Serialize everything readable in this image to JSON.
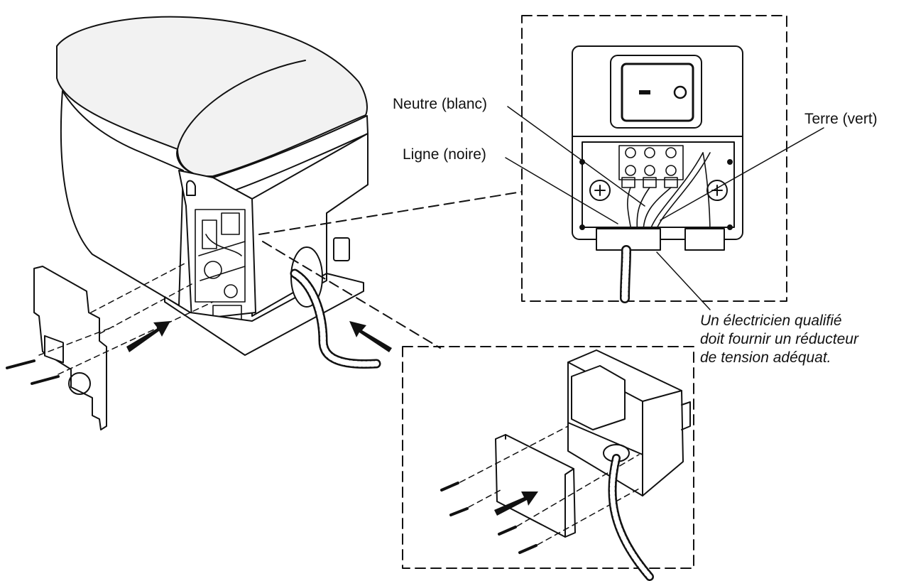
{
  "labels": {
    "neutral": "Neutre (blanc)",
    "line": "Ligne (noire)",
    "ground": "Terre (vert)"
  },
  "note": {
    "line1": "Un électricien qualifié",
    "line2": "doit fournir un réducteur",
    "line3": "de tension adéquat."
  },
  "colors": {
    "ink": "#111111",
    "fill": "#ffffff",
    "shade": "#f2f2f2"
  }
}
